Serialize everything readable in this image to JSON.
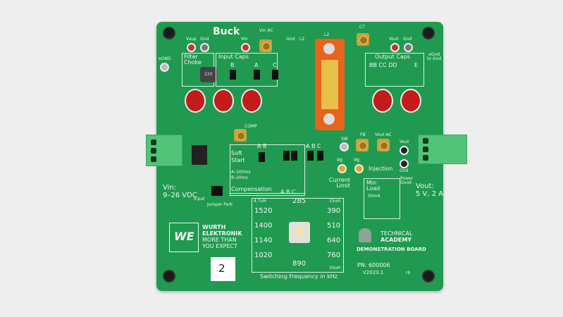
{
  "board": {
    "title": "Buck",
    "labels": {
      "vsup": "Vsup",
      "gnd1": "Gnd",
      "vin": "Vin",
      "vin_ac": "Vin AC",
      "gnd2": "Gnd",
      "l2a": "L2",
      "l2b": "L2",
      "ct": "CT",
      "vout": "Vout",
      "gnd3": "Gnd",
      "egnd": "eGND",
      "egnd_to_gnd": "eGnd\nto Gnd",
      "filter_choke": "Filter\nChoke",
      "input_caps": "Input Caps",
      "input_b": "B",
      "input_a": "A",
      "input_c": "C",
      "output_caps": "Output Caps",
      "output_groups": "BB CC DD",
      "output_e": "E",
      "soft_start": "Soft\nStart",
      "soft_ab": "A B",
      "soft_times": "A–100ms\nB–20ms",
      "comp": "COMP",
      "compensation": "Compensation",
      "comp_abc": "A B C",
      "current_abc": "A B C",
      "current_limit": "Current\nLimit",
      "sw": "SW",
      "fb": "FB",
      "vout_ac": "Vout AC",
      "vout_pin": "Vout",
      "gnd_pin": "Gnd",
      "injection": "Injection",
      "inj1": "INJ",
      "inj2": "INJ",
      "min_load": "Min\nLoad",
      "min_load_current": "50mA",
      "power_good": "Power\nGood",
      "vin_spec": "Vin:\n9–26 VDC",
      "vout_spec": "Vout:\n5 V, 2 A",
      "jumper_park": "Jumper Park",
      "input": "Input",
      "inductor_value": "220"
    },
    "frequency_selector": {
      "title": "Switching Frequency in kHz",
      "top": "285",
      "bottom": "890",
      "left": [
        "1520",
        "1400",
        "1140",
        "1020"
      ],
      "right": [
        "390",
        "510",
        "640",
        "760"
      ],
      "inductor_top_left": "4.7uH",
      "inductor_top_right": "15uH",
      "inductor_bottom_right": "10uH"
    },
    "brand": {
      "logo": "WE",
      "lines": [
        "WURTH",
        "ELEKTRONIK",
        "MORE THAN",
        "YOU EXPECT"
      ]
    },
    "academy": {
      "line1": "TECHNICAL",
      "line2": "ACADEMY",
      "line3": "DEMONSTRATION BOARD"
    },
    "part_number": "PN: 600006",
    "version": "V2023.1",
    "revision": "r9",
    "sticker_number": "2",
    "colors": {
      "pcb": "#1f9a50",
      "silkscreen": "#f3f7f2",
      "shield": "#e8631e",
      "terminal": "#52c47a",
      "capacitor": "#c41b1b"
    }
  }
}
